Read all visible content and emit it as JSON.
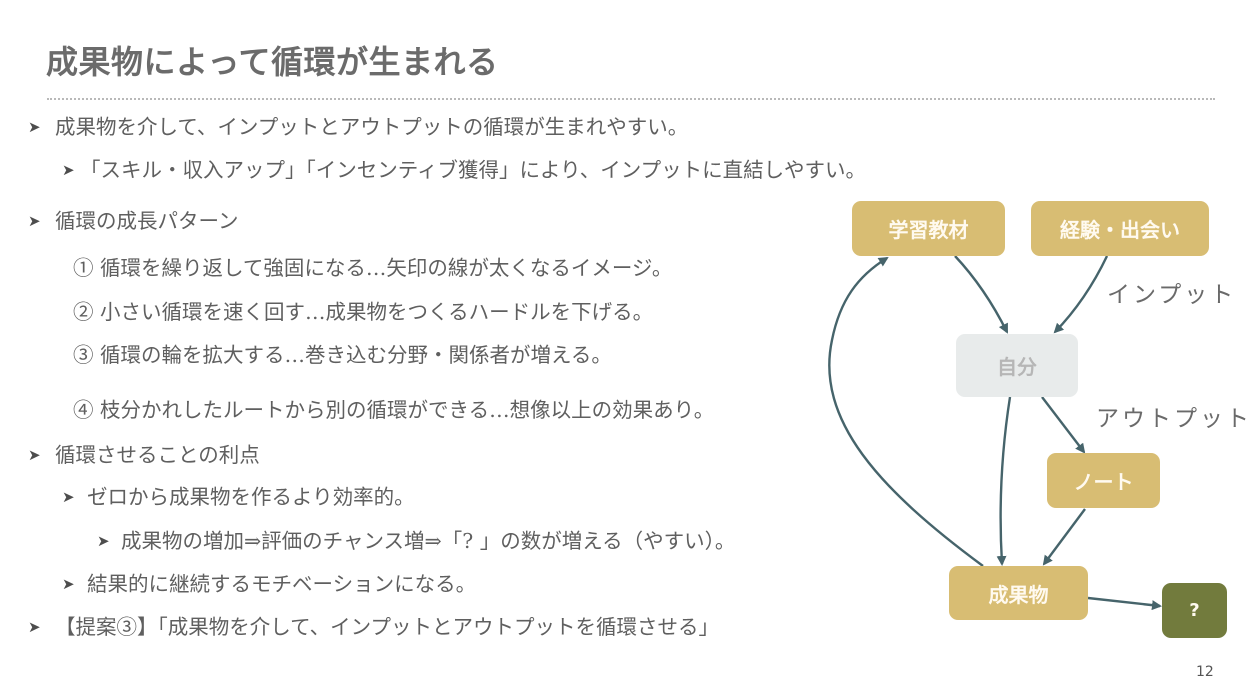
{
  "slide": {
    "title": "成果物によって循環が生まれる",
    "page_number": "12"
  },
  "bullet_icon": "➤",
  "bullets": [
    {
      "level": 0,
      "text": "成果物を介して、インプットとアウトプットの循環が生まれやすい。"
    },
    {
      "level": 1,
      "text": "「スキル・収入アップ」「インセンティブ獲得」により、インプットに直結しやすい。"
    },
    {
      "level": 0,
      "text": "循環の成長パターン"
    },
    {
      "level": "numbered",
      "text": "① 循環を繰り返して強固になる…矢印の線が太くなるイメージ。"
    },
    {
      "level": "numbered",
      "text": "② 小さい循環を速く回す…成果物をつくるハードルを下げる。"
    },
    {
      "level": "numbered",
      "text": "③ 循環の輪を拡大する…巻き込む分野・関係者が増える。"
    },
    {
      "level": "numbered",
      "text": "④ 枝分かれしたルートから別の循環ができる…想像以上の効果あり。"
    },
    {
      "level": 0,
      "text": "循環させることの利点"
    },
    {
      "level": 1,
      "text": "ゼロから成果物を作るより効率的。"
    },
    {
      "level": 2,
      "text": "成果物の増加⇒評価のチャンス増⇒「? 」の数が増える（やすい）。"
    },
    {
      "level": 1,
      "text": "結果的に継続するモチベーションになる。"
    },
    {
      "level": 0,
      "text": "【提案③】「成果物を介して、インプットとアウトプットを循環させる」"
    }
  ],
  "diagram": {
    "nodes": {
      "learning_materials": "学習教材",
      "experience_encounters": "経験・出会い",
      "self": "自分",
      "notes": "ノート",
      "deliverables": "成果物",
      "unknown": "?"
    },
    "labels": {
      "input": "インプット",
      "output": "アウトプット"
    },
    "edges": [
      {
        "from": "学習教材",
        "to": "自分"
      },
      {
        "from": "経験・出会い",
        "to": "自分"
      },
      {
        "from": "自分",
        "to": "ノート"
      },
      {
        "from": "自分",
        "to": "成果物"
      },
      {
        "from": "ノート",
        "to": "成果物"
      },
      {
        "from": "成果物",
        "to": "?"
      },
      {
        "from": "成果物",
        "to": "学習教材"
      }
    ]
  },
  "colors": {
    "gold_node": "#d8bd73",
    "self_node": "#e8ebeb",
    "olive_node": "#727b3d",
    "arrow": "#46646b",
    "text": "#5f5f5f"
  }
}
